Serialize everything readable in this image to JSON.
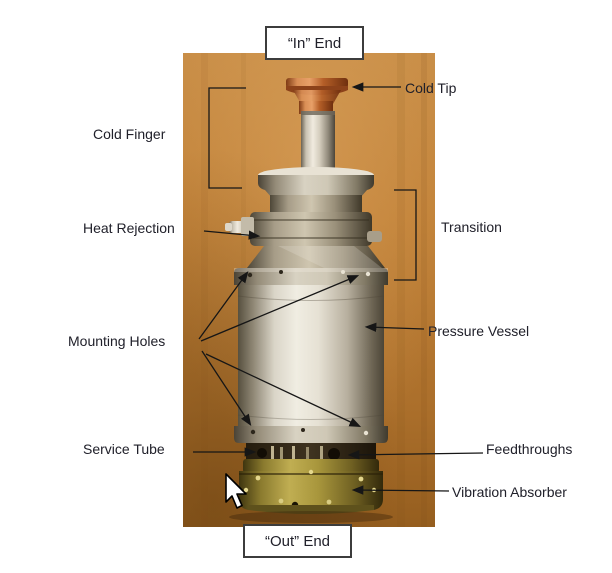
{
  "boxes": {
    "in_end": "“In” End",
    "out_end": "“Out” End"
  },
  "labels": {
    "cold_tip": "Cold Tip",
    "cold_finger": "Cold Finger",
    "heat_rejection": "Heat Rejection",
    "transition": "Transition",
    "mounting_holes": "Mounting Holes",
    "pressure_vessel": "Pressure Vessel",
    "service_tube": "Service Tube",
    "feedthroughs": "Feedthroughs",
    "vibration_absorber": "Vibration Absorber"
  },
  "photo": {
    "subject": "cryocooler on wooden board",
    "mounting_holes_arrow_count": 4
  },
  "colors": {
    "label_text": "#20202a",
    "annotation_line": "#161616",
    "box_border": "#3c3c3c",
    "box_background": "#ffffff",
    "wood": "#bc7f3a",
    "copper": "#c06a32",
    "steel": "#d9d4c7",
    "brass": "#a8963c"
  },
  "cursor": "arrow-cursor"
}
